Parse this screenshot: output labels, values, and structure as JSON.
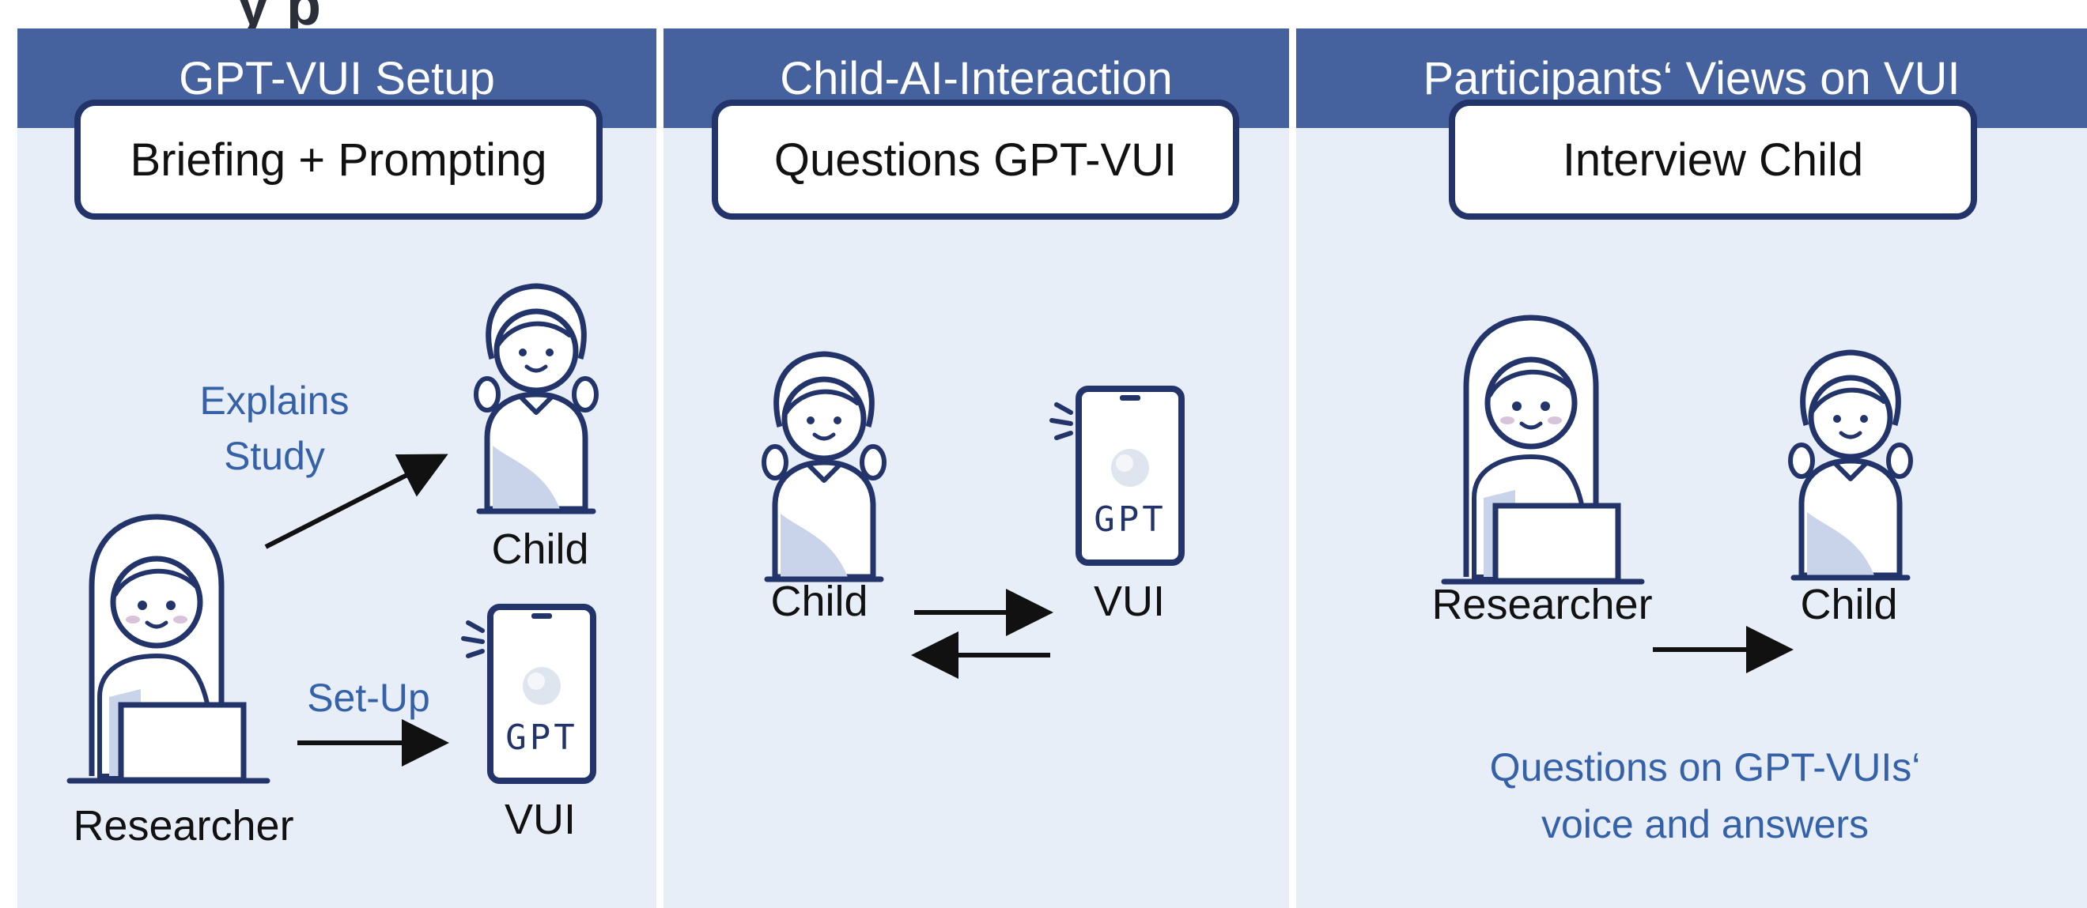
{
  "panels": [
    {
      "header": "GPT-VUI Setup",
      "step": "Briefing + Prompting"
    },
    {
      "header": "Child-AI-Interaction",
      "step": "Questions GPT-VUI"
    },
    {
      "header": "Participants‘ Views on VUI",
      "step": "Interview Child"
    }
  ],
  "panel1": {
    "child": "Child",
    "vui": "VUI",
    "researcher": "Researcher",
    "explains": "Explains\nStudy",
    "setup": "Set-Up",
    "phone_text": "GPT"
  },
  "panel2": {
    "child": "Child",
    "vui": "VUI",
    "phone_text": "GPT"
  },
  "panel3": {
    "researcher": "Researcher",
    "child": "Child",
    "note_line1": "Questions on GPT-VUIs‘",
    "note_line2": "voice and answers"
  },
  "colors": {
    "header_bg": "#46629e",
    "panel_bg": "#e8eef8",
    "outline": "#22346a",
    "accent_text": "#3461a8",
    "figure_fill": "#c9d3ea"
  }
}
